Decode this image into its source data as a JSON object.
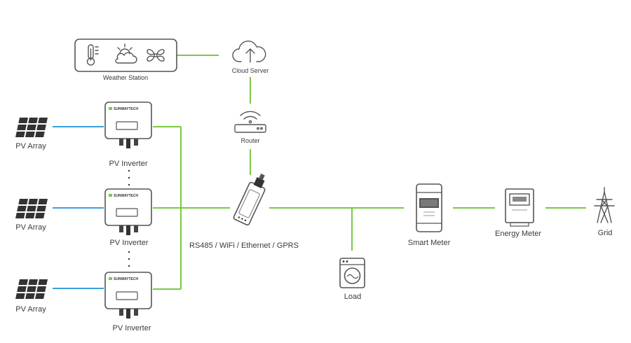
{
  "labels": {
    "weather_station": "Weather Station",
    "cloud_server": "Cloud Server",
    "router": "Router",
    "communication": "RS485 / WiFi / Ethernet / GPRS",
    "load": "Load",
    "smart_meter": "Smart Meter",
    "energy_meter": "Energy Meter",
    "grid": "Grid",
    "pv_array": [
      "PV Array",
      "PV Array",
      "PV Array"
    ],
    "pv_inverter": [
      "PV Inverter",
      "PV Inverter",
      "PV Inverter"
    ],
    "inverter_brand": "SUNWAYTECH"
  },
  "colors": {
    "power_line": "#7ac943",
    "dc_line": "#3aa0e0",
    "outline": "#555555",
    "brand": "#7ac943"
  },
  "icons": {
    "weather": [
      "thermometer-icon",
      "sun-cloud-icon",
      "fan-icon"
    ],
    "cloud": "cloud-upload-icon",
    "router": "wifi-router-icon",
    "datalogger": "datalogger-stick-icon",
    "load": "washing-machine-icon",
    "smart_meter": "smart-meter-icon",
    "energy_meter": "energy-meter-icon",
    "grid": "transmission-tower-icon",
    "pv_panel": "solar-panel-icon",
    "inverter": "inverter-icon"
  }
}
